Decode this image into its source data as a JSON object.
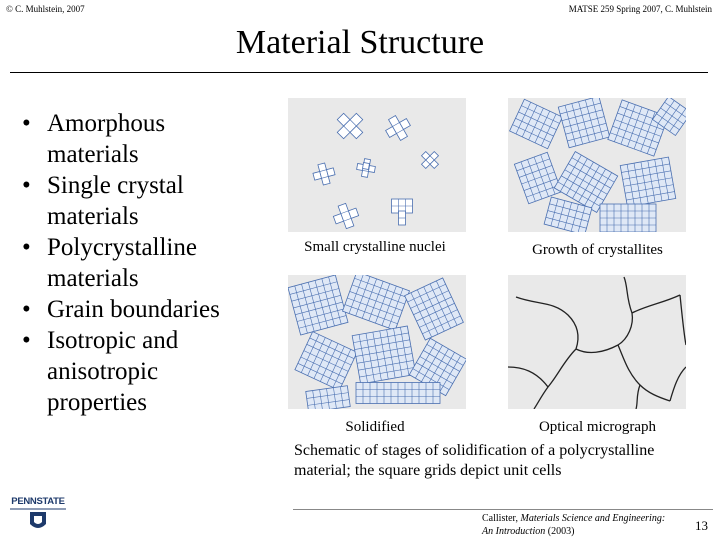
{
  "header": {
    "left": "© C. Muhlstein, 2007",
    "right": "MATSE 259 Spring 2007, C. Muhlstein"
  },
  "title": "Material Structure",
  "bullets": [
    {
      "line1": "Amorphous",
      "line2": "materials"
    },
    {
      "line1": "Single crystal",
      "line2": "materials"
    },
    {
      "line1": "Polycrystalline",
      "line2": "materials"
    },
    {
      "line1": "Grain boundaries",
      "line2": ""
    },
    {
      "line1": "Isotropic and",
      "line2": "anisotropic",
      "line3": "properties"
    }
  ],
  "panels": {
    "a_caption": "Small crystalline nuclei",
    "b_caption": "Growth of crystallites",
    "c_caption": "Solidified",
    "d_caption": "Optical micrograph"
  },
  "caption_main": {
    "line1": "Schematic of stages of solidification of a polycrystalline",
    "line2": "material; the square grids depict unit cells"
  },
  "credit": {
    "author": "Callister, ",
    "book": "Materials Science and Engineering:",
    "subtitle": "An Introduction",
    "year": " (2003)"
  },
  "page_number": "13",
  "logo": {
    "text": "PENNSTATE"
  },
  "colors": {
    "grid": "#4a6fb0",
    "grain_line": "#222222",
    "panel_bg": "#e9e9e9"
  }
}
